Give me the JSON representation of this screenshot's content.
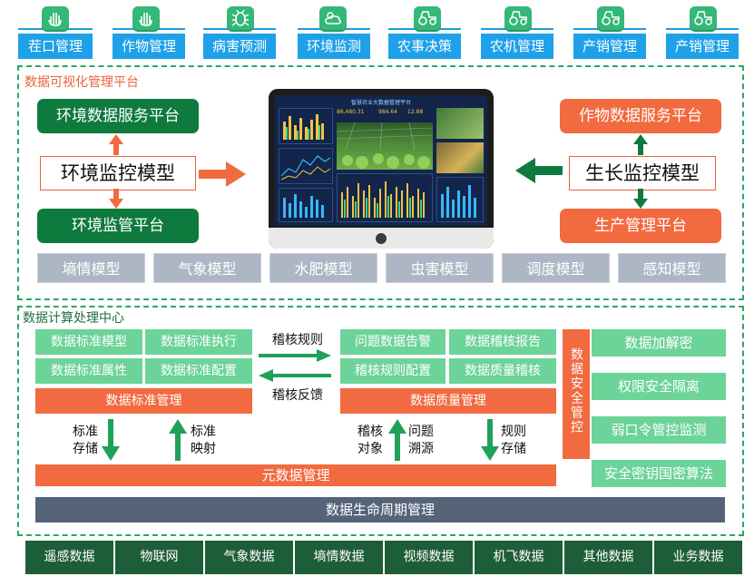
{
  "nav": {
    "items": [
      {
        "label": "茬口管理",
        "icon": "hand-icon"
      },
      {
        "label": "作物管理",
        "icon": "hand-icon"
      },
      {
        "label": "病害预测",
        "icon": "bug-icon"
      },
      {
        "label": "环境监测",
        "icon": "weather-icon"
      },
      {
        "label": "农事决策",
        "icon": "tractor-icon"
      },
      {
        "label": "农机管理",
        "icon": "tractor-icon"
      },
      {
        "label": "产销管理",
        "icon": "tractor-icon"
      },
      {
        "label": "产销管理",
        "icon": "tractor-icon"
      }
    ]
  },
  "visual": {
    "title": "数据可视化管理平台",
    "left": {
      "top": "环境数据服务平台",
      "model": "环境监控模型",
      "bottom": "环境监管平台"
    },
    "right": {
      "top": "作物数据服务平台",
      "model": "生长监控模型",
      "bottom": "生产管理平台"
    },
    "monitor": {
      "title": "智慧农业大数据管理平台",
      "stats": [
        "86,480.31",
        "984.64",
        "12.88"
      ]
    },
    "models": [
      "墒情模型",
      "气象模型",
      "水肥模型",
      "虫害模型",
      "调度模型",
      "感知模型"
    ]
  },
  "compute": {
    "title": "数据计算处理中心",
    "standard": {
      "cells": [
        "数据标准模型",
        "数据标准执行",
        "数据标准属性",
        "数据标准配置"
      ],
      "bar": "数据标准管理"
    },
    "quality": {
      "cells": [
        "问题数据告警",
        "数据稽核报告",
        "稽核规则配置",
        "数据质量稽核"
      ],
      "bar": "数据质量管理"
    },
    "arrow_right": "稽核规则",
    "arrow_left": "稽核反馈",
    "labels": {
      "std_store": [
        "标准",
        "存储"
      ],
      "std_map": [
        "标准",
        "映射"
      ],
      "audit_obj": [
        "稽核",
        "对象"
      ],
      "trace": [
        "问题",
        "溯源"
      ],
      "rule_store": [
        "规则",
        "存储"
      ]
    },
    "meta": "元数据管理",
    "security_title": "数据安全管控",
    "security": [
      "数据加解密",
      "权限安全隔离",
      "弱口令管控监测",
      "安全密钥国密算法"
    ],
    "lifecycle": "数据生命周期管理"
  },
  "sources": [
    "遥感数据",
    "物联网",
    "气象数据",
    "墒情数据",
    "视频数据",
    "机飞数据",
    "其他数据",
    "业务数据"
  ],
  "colors": {
    "nav": "#1ea1e8",
    "green_dark": "#0e7a3e",
    "orange": "#f26a3f",
    "light_green": "#6cd399",
    "gray": "#adb6c4",
    "navy": "#556479",
    "source": "#1d5e38",
    "dash": "#2aa864"
  }
}
